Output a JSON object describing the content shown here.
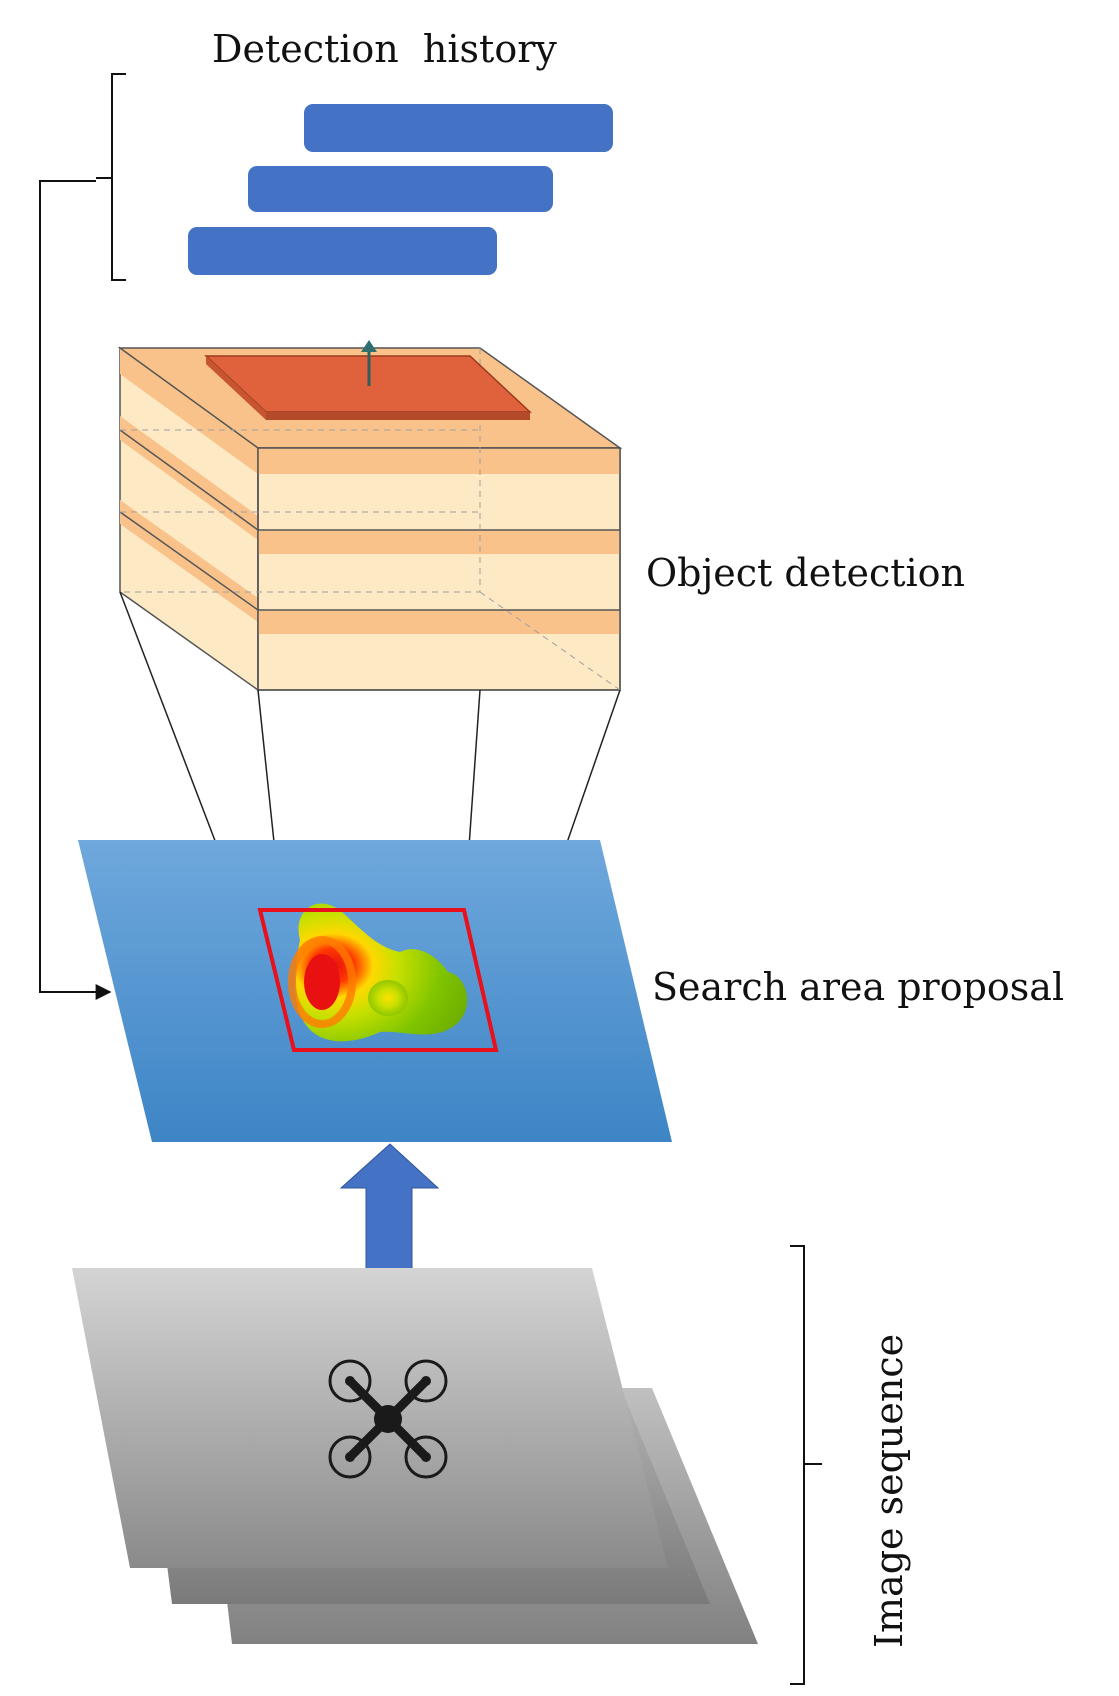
{
  "labels": {
    "detection_history": "Detection  history",
    "object_detection": "Object detection",
    "search_area_proposal": "Search area proposal",
    "image_sequence": "Image sequence"
  },
  "colors": {
    "history_bar": "#4472c4",
    "search_plane_top": "#6fa8dc",
    "search_plane_bottom": "#3d85c6",
    "up_arrow": "#4472c4",
    "proposal_box": "#e8101a",
    "layer_light": "#fde9c4",
    "layer_dark": "#f9c28a",
    "detection_patch": "#e0623d",
    "image_frame_light": "#d4d4d4",
    "image_frame_dark": "#8a8a8a",
    "drone": "#1a1a1a"
  },
  "icons": {
    "drone": "quadcopter-icon",
    "patch_arrow": "arrow-up-icon"
  }
}
